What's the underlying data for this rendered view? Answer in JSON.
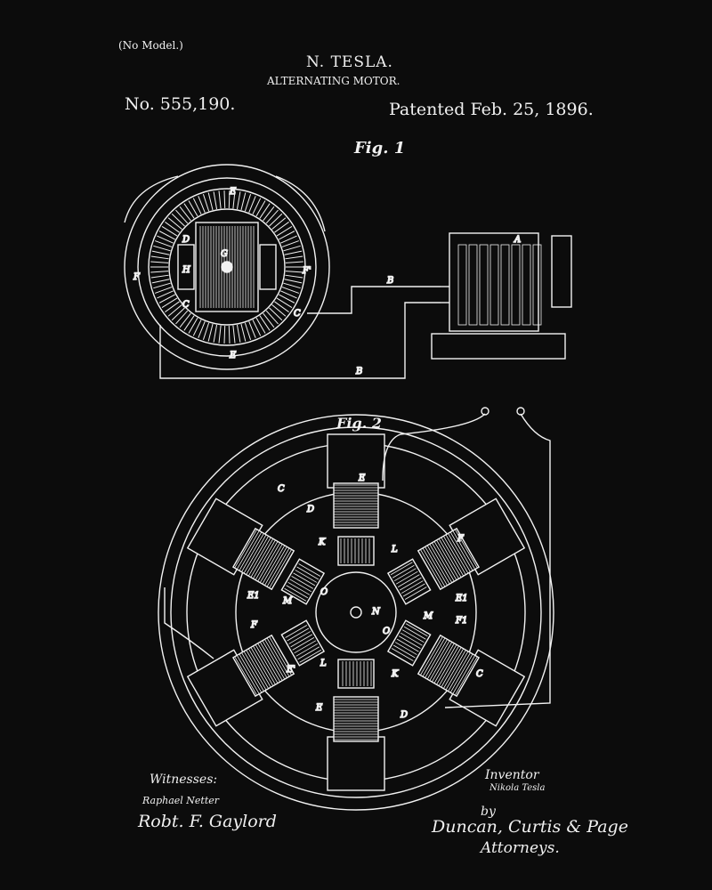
{
  "header": {
    "no_model": "(No Model.)",
    "inventor_name": "N. TESLA.",
    "title": "ALTERNATING MOTOR.",
    "patent_number": "No. 555,190.",
    "patent_date": "Patented Feb. 25, 1896."
  },
  "figures": {
    "fig1_label": "Fig. 1",
    "fig2_label": "Fig. 2",
    "fig1_parts": [
      "E",
      "D",
      "G",
      "H",
      "F",
      "F'",
      "C",
      "C",
      "E",
      "B",
      "B",
      "A"
    ],
    "fig2_parts": [
      "C",
      "E",
      "D",
      "F",
      "K",
      "L",
      "E1",
      "M",
      "O",
      "N",
      "O",
      "M",
      "F1",
      "C",
      "E'",
      "L",
      "K",
      "E",
      "D",
      "F",
      "E1"
    ]
  },
  "signatures": {
    "witnesses_label": "Witnesses:",
    "witness_1": "Raphael Netter",
    "witness_2": "Robt. F. Gaylord",
    "inventor_label": "Inventor",
    "inventor_signature": "Nikola Tesla",
    "by": "by",
    "attorneys_names": "Duncan, Curtis & Page",
    "attorneys_label": "Attorneys."
  }
}
